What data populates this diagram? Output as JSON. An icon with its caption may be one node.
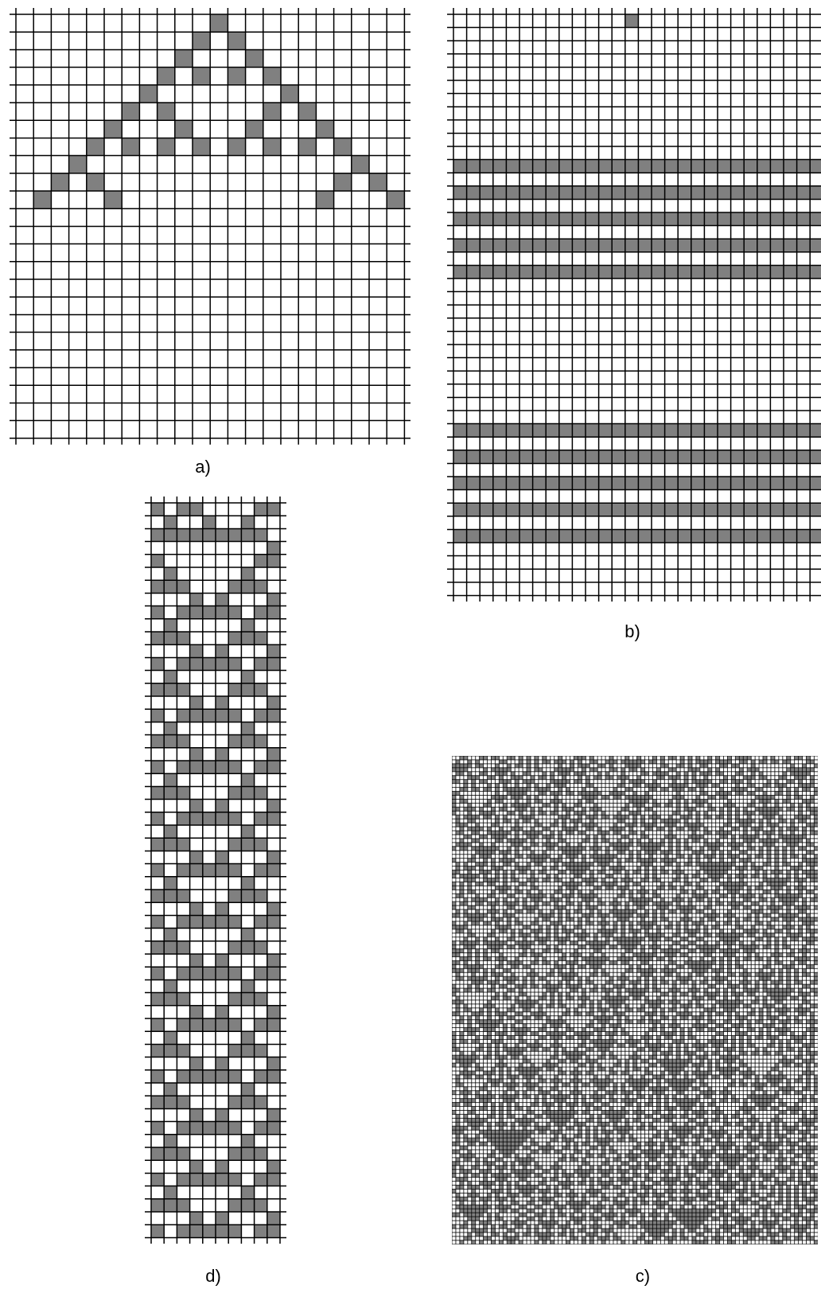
{
  "diagram": {
    "labels": [
      "a)",
      "b)",
      "d)",
      "c)"
    ]
  }
}
